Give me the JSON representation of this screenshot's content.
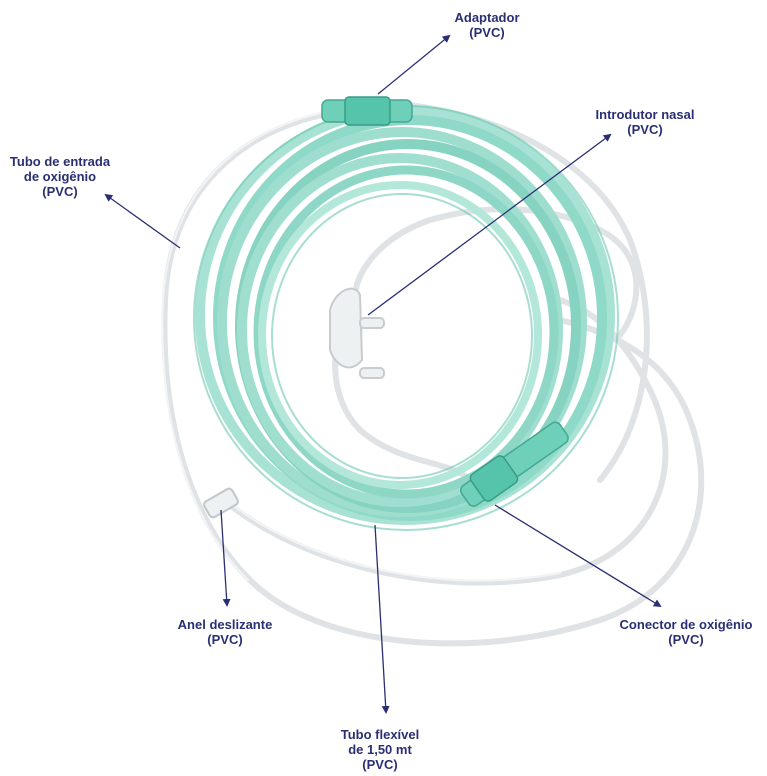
{
  "labels": {
    "adaptador": {
      "line1": "Adaptador",
      "line2": "(PVC)"
    },
    "introdutor": {
      "line1": "Introdutor nasal",
      "line2": "(PVC)"
    },
    "tubo_entrada": {
      "line1": "Tubo de entrada",
      "line2": "de oxigênio",
      "line3": "(PVC)"
    },
    "anel": {
      "line1": "Anel deslizante",
      "line2": "(PVC)"
    },
    "conector": {
      "line1": "Conector de oxigênio",
      "line2": "(PVC)"
    },
    "tubo_flexivel": {
      "line1": "Tubo flexível",
      "line2": "de 1,50 mt",
      "line3": "(PVC)"
    }
  },
  "colors": {
    "label_text": "#2a2f73",
    "arrow": "#2a2f73",
    "coil_green": "#8fd9c8",
    "coil_dark": "#5cbfa8",
    "clear_tube": "#d9dde0"
  }
}
